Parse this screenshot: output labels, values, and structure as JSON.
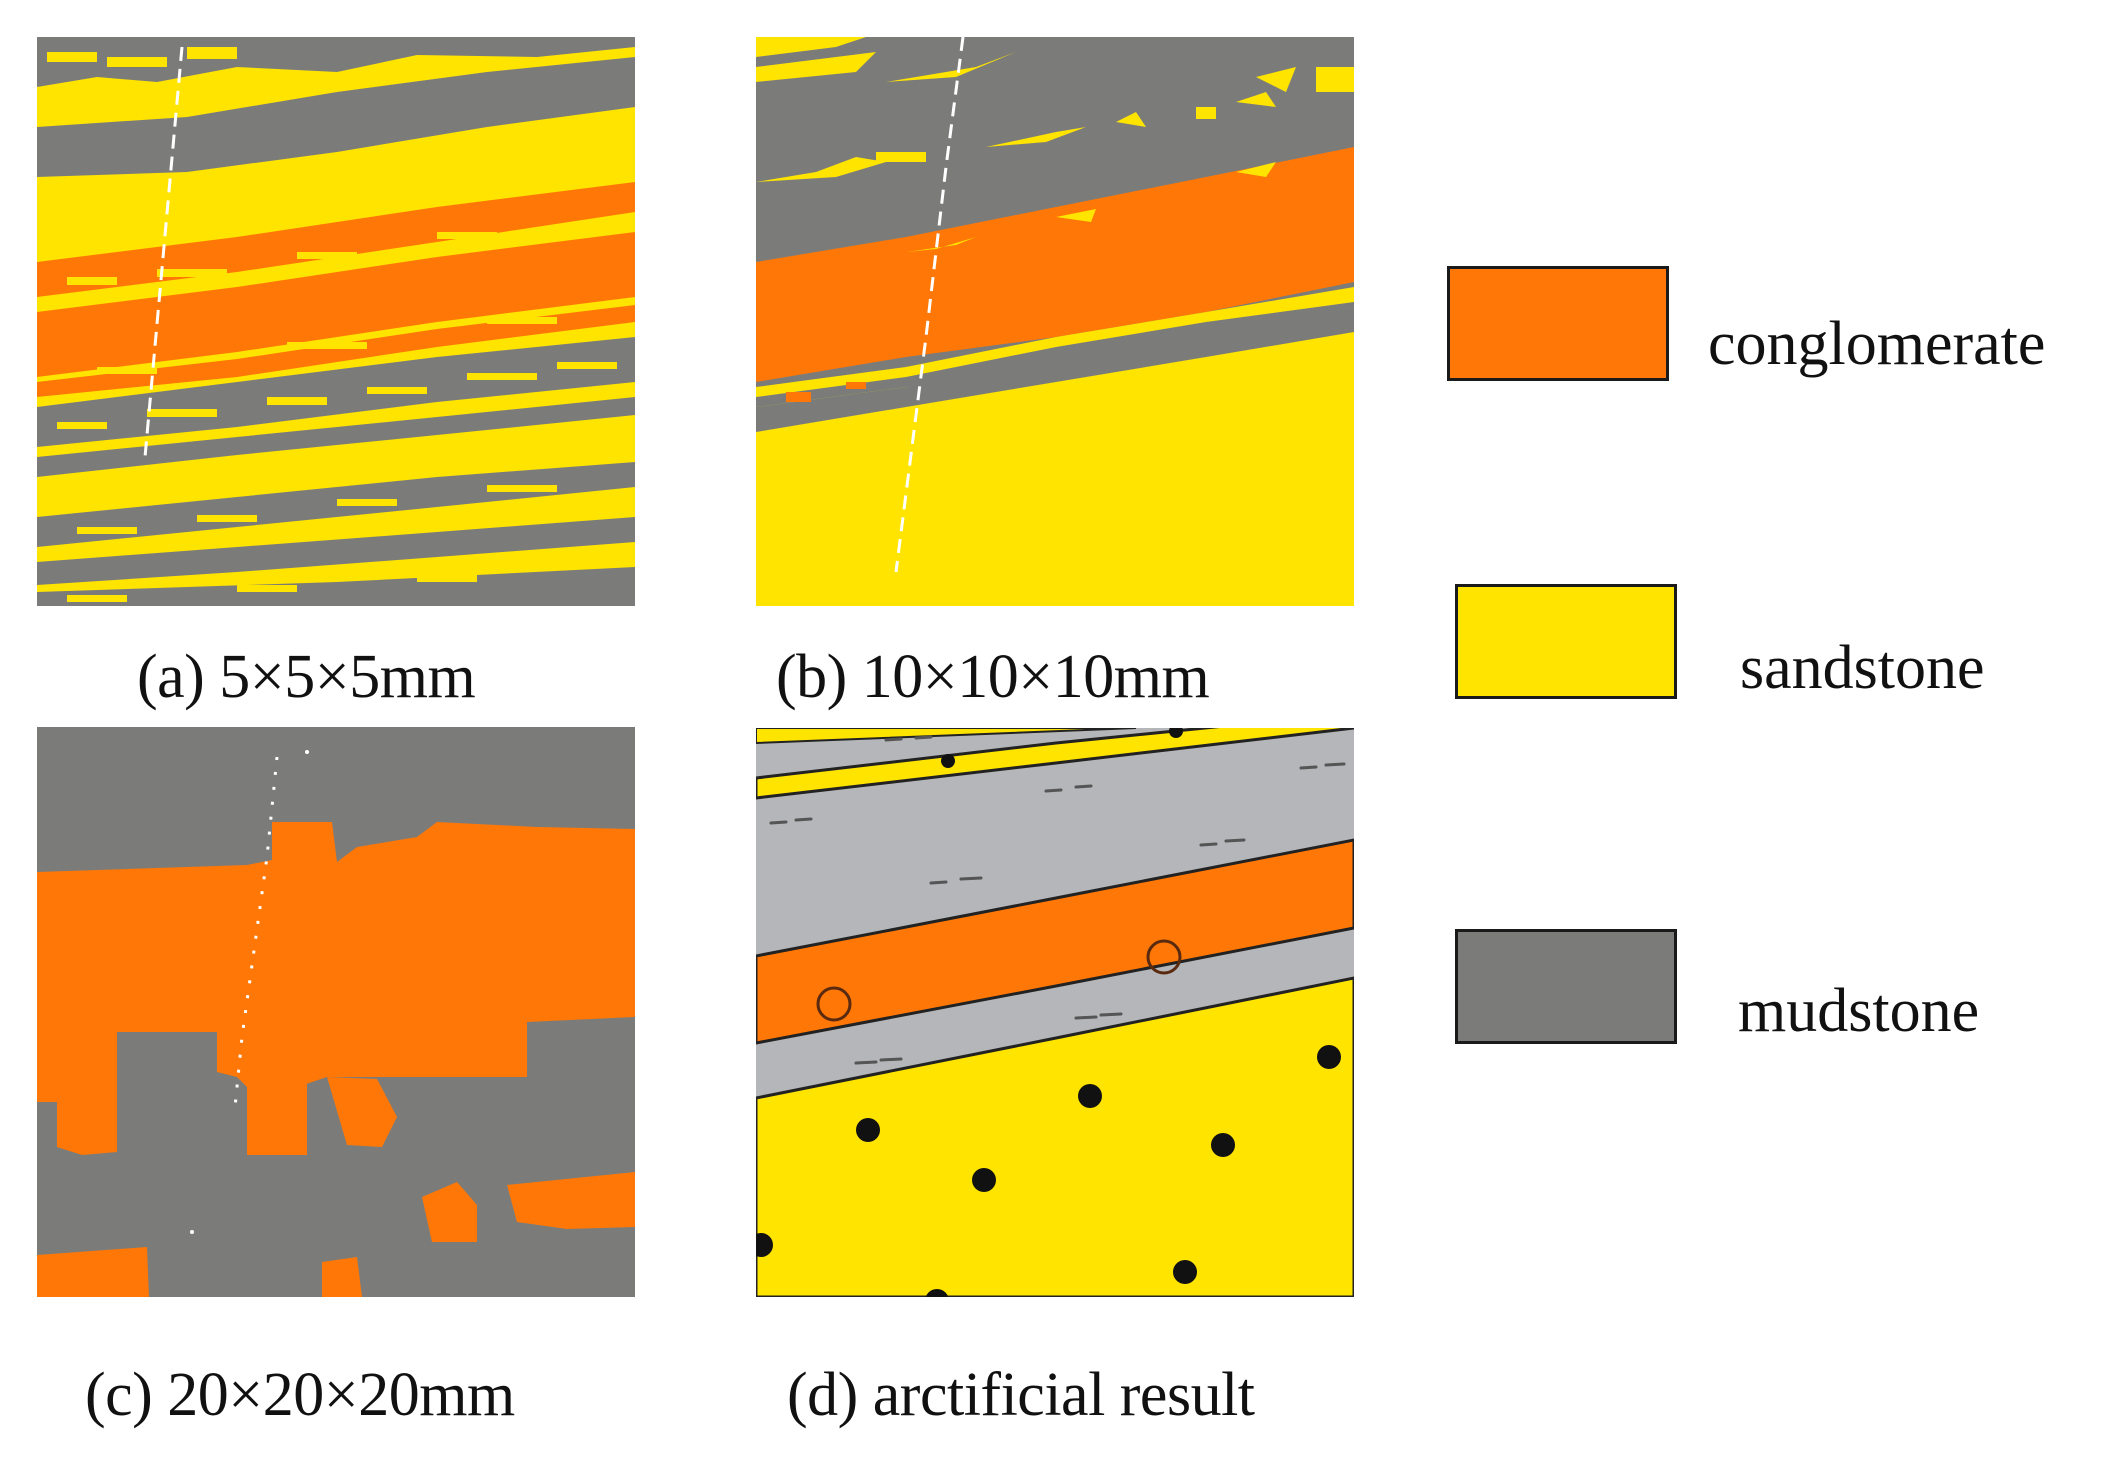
{
  "colors": {
    "conglomerate": "#ff7706",
    "sandstone": "#ffe400",
    "mudstone": "#7b7c7a",
    "mudstone_light": "#b4b6b9",
    "background": "#ffffff"
  },
  "panels": [
    {
      "id": "a",
      "caption": "(a) 5×5×5mm",
      "type": "simulation"
    },
    {
      "id": "b",
      "caption": "(b) 10×10×10mm",
      "type": "simulation"
    },
    {
      "id": "c",
      "caption": "(c) 20×20×20mm",
      "type": "simulation"
    },
    {
      "id": "d",
      "caption": "(d) arctificial result",
      "type": "interpretation"
    }
  ],
  "legend": {
    "items": [
      {
        "label": "conglomerate",
        "color": "#ff7706"
      },
      {
        "label": "sandstone",
        "color": "#ffe400"
      },
      {
        "label": "mudstone",
        "color": "#7b7c7a"
      }
    ]
  }
}
